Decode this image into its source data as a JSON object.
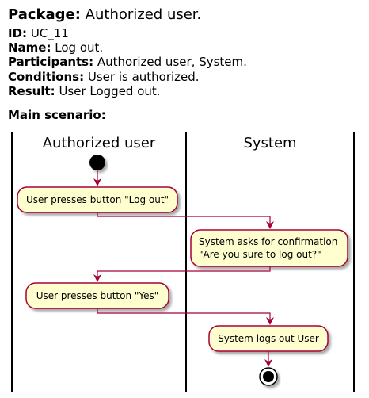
{
  "header": {
    "package_label": "Package:",
    "package_value": "Authorized user.",
    "id_label": "ID:",
    "id_value": "UC_11",
    "name_label": "Name:",
    "name_value": "Log out.",
    "participants_label": "Participants:",
    "participants_value": "Authorized user, System.",
    "conditions_label": "Conditions:",
    "conditions_value": "User is authorized.",
    "result_label": "Result:",
    "result_value": "User Logged out.",
    "main_scenario": "Main scenario:"
  },
  "lanes": [
    {
      "title": "Authorized user"
    },
    {
      "title": "System"
    }
  ],
  "activities": [
    {
      "lines": [
        "User presses button \"Log out\""
      ]
    },
    {
      "lines": [
        "System asks for confirmation",
        "\"Are you sure to log out?\""
      ]
    },
    {
      "lines": [
        "User presses button \"Yes\""
      ]
    },
    {
      "lines": [
        "System logs out User"
      ]
    }
  ],
  "colors": {
    "activity_fill": "#FEFECE",
    "activity_border": "#A80036",
    "arrow": "#A80036",
    "lane_line": "#000000"
  }
}
